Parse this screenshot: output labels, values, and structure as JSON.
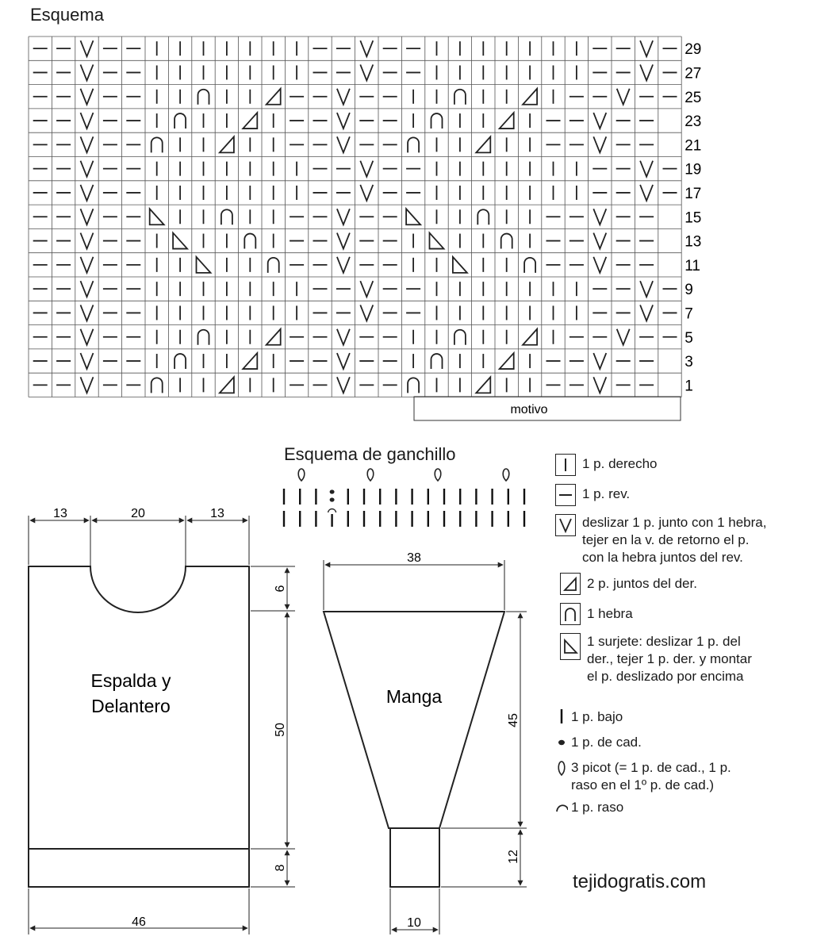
{
  "chart_title": "Esquema",
  "chart": {
    "rows": [
      {
        "label": "29",
        "cells": "--V--|||||||--V--|||||||--V--"
      },
      {
        "label": "27",
        "cells": "--V--|||||||--V--|||||||--V--"
      },
      {
        "label": "25",
        "cells": "--V--||n||/--V--||n||/|--V--"
      },
      {
        "label": "23",
        "cells": "--V--|n||/|--V--|n||/|--V--"
      },
      {
        "label": "21",
        "cells": "--V--n||/||--V--n||/||--V--"
      },
      {
        "label": "19",
        "cells": "--V--|||||||--V--|||||||--V--"
      },
      {
        "label": "17",
        "cells": "--V--|||||||--V--|||||||--V--"
      },
      {
        "label": "15",
        "cells": "--V--s||n||--V--s||n||--V--"
      },
      {
        "label": "13",
        "cells": "--V--|s||n|--V--|s||n|--V--"
      },
      {
        "label": "11",
        "cells": "--V--||s||n--V--||s||n--V--"
      },
      {
        "label": "9",
        "cells": "--V--|||||||--V--|||||||--V--"
      },
      {
        "label": "7",
        "cells": "--V--|||||||--V--|||||||--V--"
      },
      {
        "label": "5",
        "cells": "--V--||n||/--V--||n||/|--V--"
      },
      {
        "label": "3",
        "cells": "--V--|n||/|--V--|n||/|--V--"
      },
      {
        "label": "1",
        "cells": "--V--n||/||--V--n||/||--V--"
      }
    ],
    "motif_label": "motivo"
  },
  "crochet": {
    "title": "Esquema de ganchillo"
  },
  "legend": {
    "knit": [
      {
        "icon": "knit-stitch-icon",
        "text": "1 p. derecho"
      },
      {
        "icon": "purl-stitch-icon",
        "text": "1 p. rev."
      },
      {
        "icon": "slip-stitch-icon",
        "text": "deslizar 1 p. junto con 1 hebra,\ntejer en la v. de retorno el p.\ncon la hebra juntos del rev."
      },
      {
        "icon": "k2tog-icon",
        "text": "2 p. juntos del der."
      },
      {
        "icon": "yarn-over-icon",
        "text": "1 hebra"
      },
      {
        "icon": "skpo-icon",
        "text": "1 surjete: deslizar 1 p. del\nder., tejer 1 p. der. y montar\nel p. deslizado por encima"
      }
    ],
    "crochet": [
      {
        "icon": "single-crochet-icon",
        "text": "1 p. bajo"
      },
      {
        "icon": "chain-stitch-icon",
        "text": "1 p. de cad."
      },
      {
        "icon": "picot-icon",
        "text": "3 picot (= 1 p. de cad., 1 p.\nraso en el 1º p. de cad.)"
      },
      {
        "icon": "slip-stitch-crochet-icon",
        "text": "1 p. raso"
      }
    ]
  },
  "body_piece": {
    "label_line1": "Espalda y",
    "label_line2": "Delantero",
    "dim_top_left": "13",
    "dim_top_mid": "20",
    "dim_top_right": "13",
    "dim_neck": "6",
    "dim_body": "50",
    "dim_hem": "8",
    "dim_width": "46"
  },
  "sleeve": {
    "label": "Manga",
    "dim_top": "38",
    "dim_length": "45",
    "dim_cuff": "12",
    "dim_cuff_width": "10"
  },
  "site": "tejidogratis.com"
}
